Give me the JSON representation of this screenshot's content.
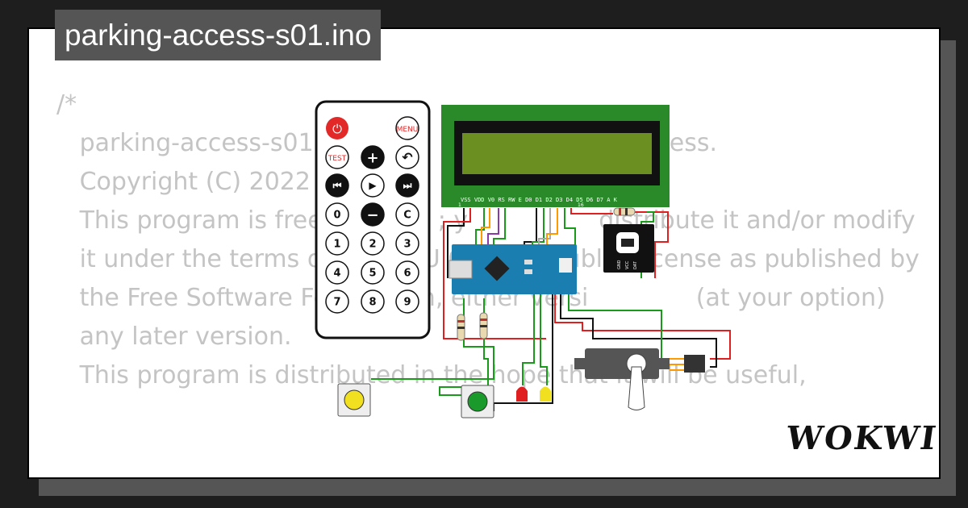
{
  "title": "parking-access-s01.ino",
  "brand": "WOKWI",
  "code_lines": [
    "/*",
    "   parking-access-s01 i                p                  g access.",
    "",
    "   Copyright (C) 2022 M               zz ti",
    "",
    "   This program is free               ; y                 distribute it and/or modify",
    "   it under the terms of the GNU General Public License as published by",
    "   the Free Software Foundation, either versi              (at your option)",
    "   any later version.",
    "",
    "   This program is distributed in the hope that it will be useful,"
  ],
  "remote": {
    "power": "⏻",
    "menu": "MENU",
    "test": "TEST",
    "row2": [
      "+",
      "↶"
    ],
    "row3": [
      "⏮",
      "▶",
      "⏭"
    ],
    "row4": [
      "0",
      "−",
      "C"
    ],
    "digits": [
      "1",
      "2",
      "3",
      "4",
      "5",
      "6",
      "7",
      "8",
      "9"
    ]
  },
  "lcd": {
    "pins": "VSS VDD V0 RS RW E  D0 D1 D2 D3 D4 D5 D6 D7 A  K",
    "pin_first": "1",
    "pin_last": "16"
  },
  "sensor_labels": [
    "GND",
    "VCC",
    "DAT"
  ],
  "colors": {
    "lcd_frame": "#2a8a2a",
    "lcd_screen": "#6b8f20",
    "wire_red": "#e02020",
    "wire_green": "#1a9a1a",
    "wire_orange": "#ff9900",
    "wire_purple": "#8a3aa8",
    "nano": "#1a7fb0"
  }
}
